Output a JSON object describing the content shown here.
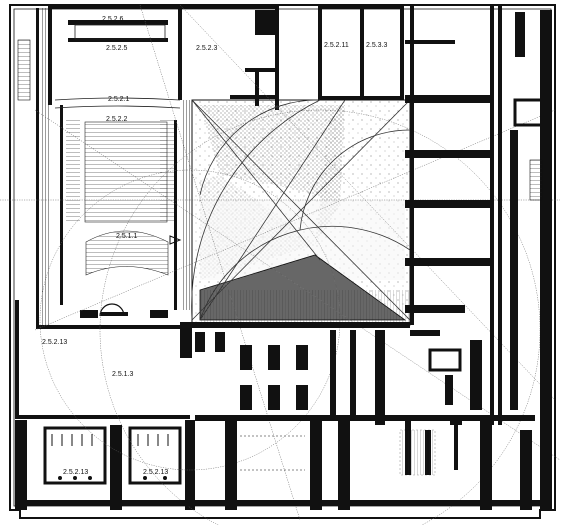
{
  "colors": {
    "wall": "#111111",
    "line": "#222222",
    "paper": "#ffffff",
    "stipple": "#444444"
  },
  "rooms": {
    "r2526": "2.5.2.6",
    "r2525": "2.5.2.5",
    "r2523": "2.5.2.3",
    "r25211": "2.5.2.11",
    "r2533": "2.5.3.3",
    "r2521": "2.5.2.1",
    "r2522": "2.5.2.2",
    "r2511": "2.5.1.1",
    "r25213a": "2.5.2.13",
    "r2513": "2.5.1.3",
    "r25213b": "2.5.2.13",
    "r25213c": "2.5.2.13"
  }
}
